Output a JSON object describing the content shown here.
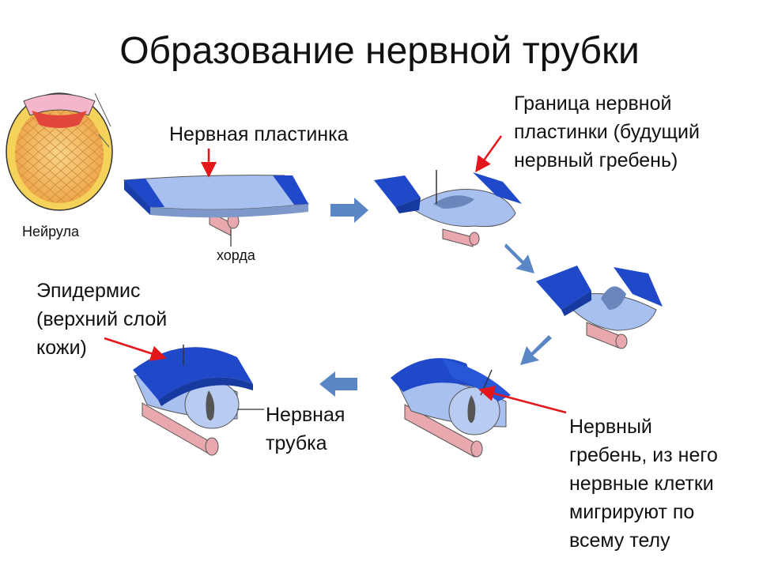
{
  "title": "Образование нервной трубки",
  "labels": {
    "neurula": "Нейрула",
    "neural_plate": "Нервная пластинка",
    "notochord": "хорда",
    "plate_border": "Граница нервной\nпластинки (будущий\nнервный гребень)",
    "epidermis": "Эпидермис\n(верхний слой\nкожи)",
    "neural_tube": "Нервная\nтрубка",
    "neural_crest": "Нервный\nгребень, из него\nнервные клетки\nмигрируют по\nвсему телу"
  },
  "colors": {
    "epidermis_blue": "#1f49c8",
    "plate_light_blue": "#a8c0f0",
    "notochord_pink": "#e9a8ae",
    "arrow_blue": "#5b86c6",
    "pointer_red": "#e3171b",
    "yolk_orange": "#f2a845",
    "cell_yellow": "#f5d35a"
  }
}
